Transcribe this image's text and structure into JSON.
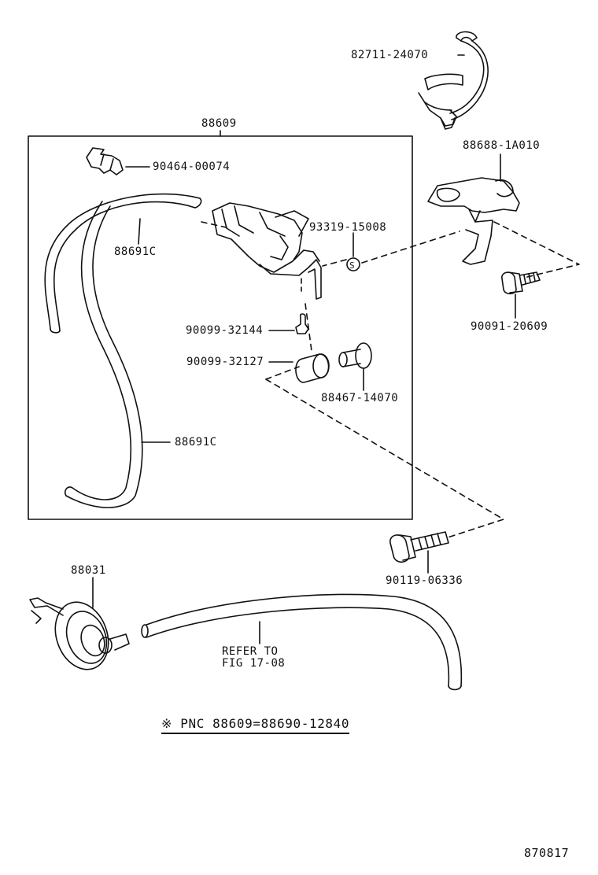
{
  "labels": {
    "p82711": "82711-24070",
    "p88609": "88609",
    "p88688": "88688-1A010",
    "p90464": "90464-00074",
    "p93319": "93319-15008",
    "p88691c_top": "88691C",
    "p90091": "90091-20609",
    "p90099_32144": "90099-32144",
    "p90099_32127": "90099-32127",
    "p88467": "88467-14070",
    "p88691c_bottom": "88691C",
    "p90119": "90119-06336",
    "p88031": "88031"
  },
  "refer": {
    "line1": "REFER TO",
    "line2": "FIG 17-08"
  },
  "pnc_note": "※ PNC 88609=88690-12840",
  "drawing_number": "870817"
}
